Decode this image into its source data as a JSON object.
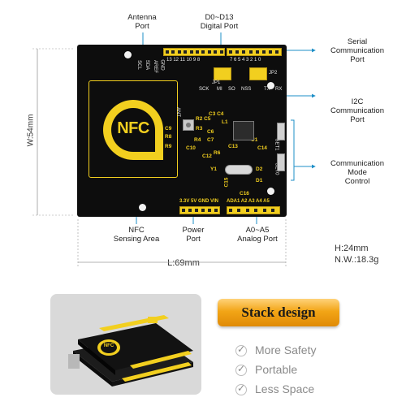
{
  "callouts": {
    "antenna_port": [
      "Antenna",
      "Port"
    ],
    "digital_port": [
      "D0~D13",
      "Digital Port"
    ],
    "serial_port": [
      "Serial",
      "Communication",
      "Port"
    ],
    "i2c_port": [
      "I2C",
      "Communication",
      "Port"
    ],
    "comm_mode": [
      "Communication",
      "Mode",
      "Control"
    ],
    "nfc_area": [
      "NFC",
      "Sensing Area"
    ],
    "power_port": [
      "Power",
      "Port"
    ],
    "analog_port": [
      "A0~A5",
      "Analog Port"
    ]
  },
  "dimensions": {
    "width_label": "W:54mm",
    "length_label": "L:69mm",
    "height_label": "H:24mm",
    "weight_label": "N.W.:18.3g"
  },
  "board": {
    "nfc_logo": "NFC",
    "power_header_label": "3.3V 5V GND VIN",
    "analog_header_label": "ADA1 A2 A3 A4 A5",
    "silk_scl": "SCL",
    "silk_sda": "SDA",
    "silk_aref": "AREF",
    "silk_gnd": "GND",
    "silk_digits": "13 12 11 10 9 8",
    "silk_digits2": "7 6 5 4 3 2 1 0",
    "silk_c3": "C3 C4",
    "silk_c5": "R2 C5",
    "silk_r3": "R3",
    "silk_c6": "C6",
    "silk_r4": "R4",
    "silk_c7": "C7",
    "silk_c10": "C10",
    "silk_c12": "C12",
    "silk_c9": "C9",
    "silk_r8": "R8",
    "silk_r9": "R9",
    "silk_ant": "ANT",
    "silk_r6": "R6",
    "silk_y1": "Y1",
    "silk_c15": "C15",
    "silk_c16": "C16",
    "silk_u1": "U1",
    "silk_c13": "C13",
    "silk_c14": "C14",
    "silk_set1": "SET1",
    "silk_set0": "SET0",
    "silk_d1": "D1",
    "silk_d2": "D2",
    "silk_l1": "L1",
    "silk_sck": "SCK",
    "silk_mi": "MI",
    "silk_so": "SO",
    "silk_nss": "NSS",
    "silk_tx": "TX",
    "silk_rx": "RX",
    "silk_jp1": "JP1",
    "silk_jp2": "JP2"
  },
  "stack": {
    "title": "Stack design",
    "benefits": [
      "More Safety",
      "Portable",
      "Less Space"
    ]
  },
  "colors": {
    "board": "#0d0d0d",
    "header_yellow": "#f2cf1f",
    "nfc_yellow": "#f2cf1f",
    "callout_line": "#1e8fc7",
    "stack_banner": "#f2a516"
  }
}
